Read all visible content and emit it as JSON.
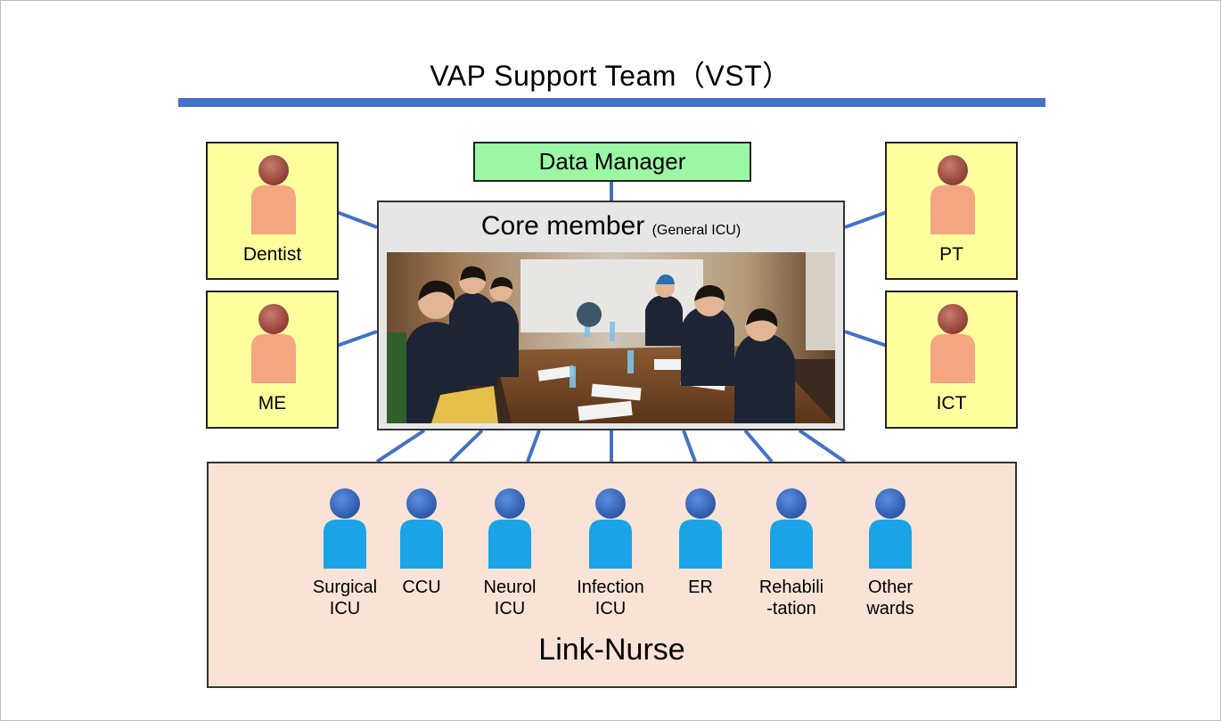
{
  "title": "VAP Support Team（VST）",
  "data_manager": "Data Manager",
  "core": {
    "title": "Core member",
    "subtitle": "(General ICU)"
  },
  "roles": {
    "dentist": "Dentist",
    "me": "ME",
    "pt": "PT",
    "ict": "ICT"
  },
  "link_nurse": {
    "title": "Link-Nurse",
    "units": [
      {
        "line1": "Surgical",
        "line2": "ICU"
      },
      {
        "line1": "CCU",
        "line2": ""
      },
      {
        "line1": "Neurol",
        "line2": "ICU"
      },
      {
        "line1": "Infection",
        "line2": "ICU"
      },
      {
        "line1": "ER",
        "line2": ""
      },
      {
        "line1": "Rehabili",
        "line2": "-tation"
      },
      {
        "line1": "Other",
        "line2": "wards"
      }
    ]
  },
  "colors": {
    "accent_blue": "#4472c4",
    "role_box": "#ffff9e",
    "data_manager_box": "#9bf7a3",
    "link_nurse_box": "#f9e3d6",
    "role_person": "#f4a582",
    "nurse_person": "#1aa3e6"
  }
}
